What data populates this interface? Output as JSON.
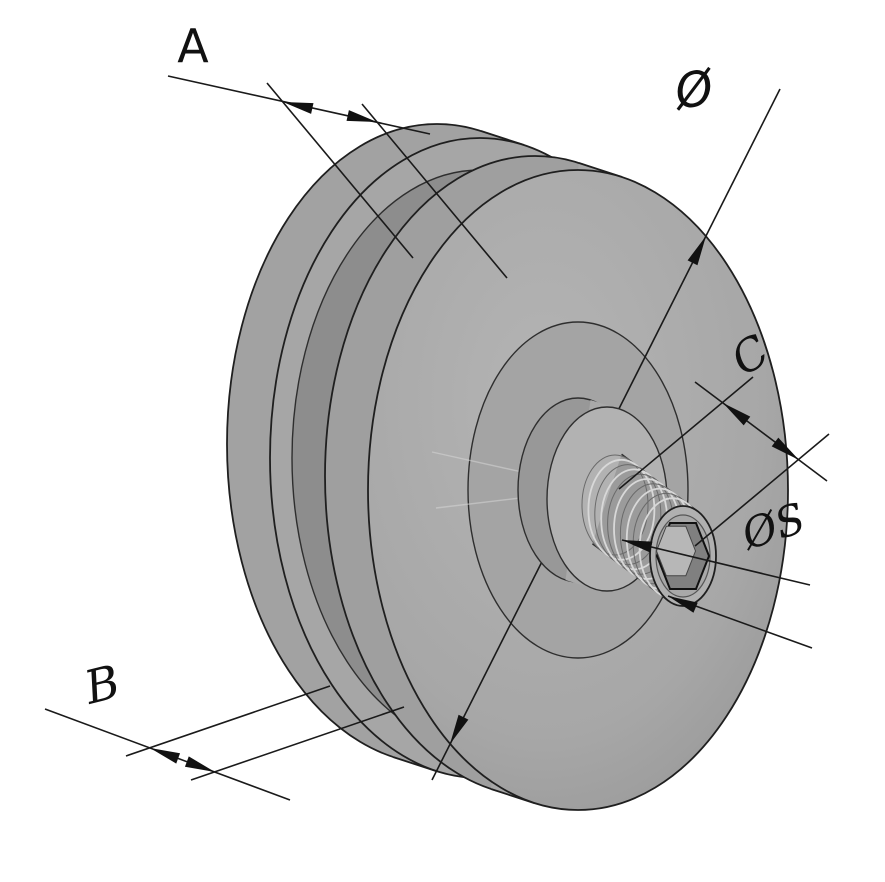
{
  "figure": {
    "kind": "cad-isometric-technical-drawing",
    "subject": "grooved pulley wheel with threaded stud and hex socket",
    "background": "#ffffff"
  },
  "colors": {
    "body_gray": "#a8a8a8",
    "body_gray_dark": "#8d8d8d",
    "rim_gray": "#9f9f9f",
    "stud_gray": "#9b9b9b",
    "hex_wall": "#808080",
    "hex_floor": "#b7b7b7",
    "line_color": "#1a1a1a",
    "thread_highlight": "#d8d8d8"
  },
  "dimensions": {
    "a": {
      "label": "A"
    },
    "diameter": {
      "label": "Ø"
    },
    "c": {
      "label": "C"
    },
    "s": {
      "label": "ØS"
    },
    "b": {
      "label": "B"
    }
  }
}
